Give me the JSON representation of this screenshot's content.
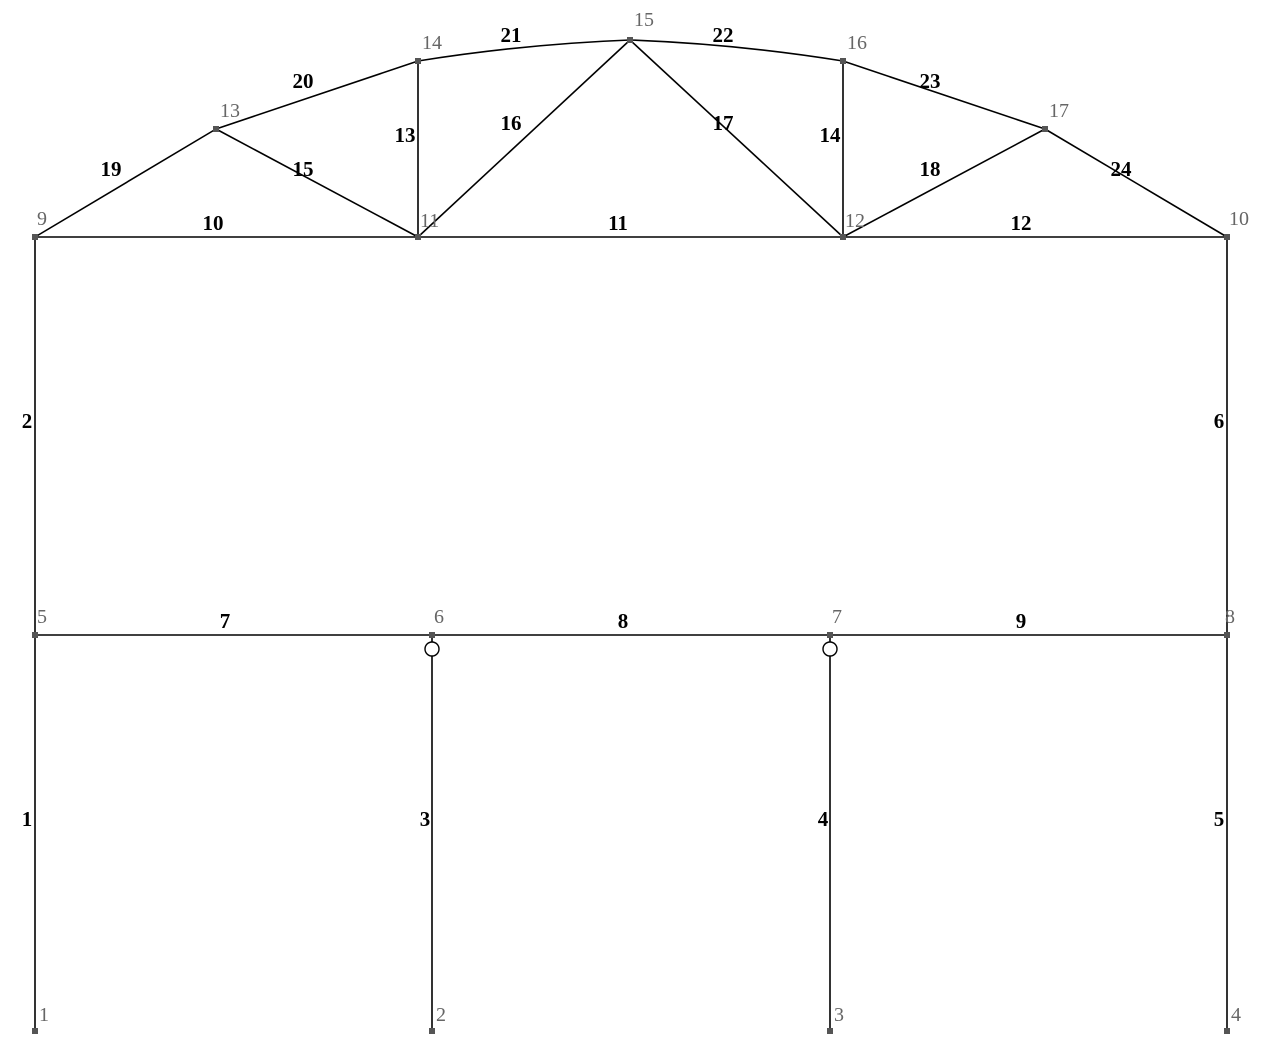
{
  "diagram": {
    "nodes": [
      {
        "id": "1",
        "label": "1"
      },
      {
        "id": "2",
        "label": "2"
      },
      {
        "id": "3",
        "label": "3"
      },
      {
        "id": "4",
        "label": "4"
      },
      {
        "id": "5",
        "label": "5"
      },
      {
        "id": "6",
        "label": "6"
      },
      {
        "id": "7",
        "label": "7"
      },
      {
        "id": "8",
        "label": "8"
      },
      {
        "id": "9",
        "label": "9"
      },
      {
        "id": "10",
        "label": "10"
      },
      {
        "id": "11",
        "label": "11"
      },
      {
        "id": "12",
        "label": "12"
      },
      {
        "id": "13",
        "label": "13"
      },
      {
        "id": "14",
        "label": "14"
      },
      {
        "id": "15",
        "label": "15"
      },
      {
        "id": "16",
        "label": "16"
      },
      {
        "id": "17",
        "label": "17"
      }
    ],
    "members": [
      {
        "label": "1",
        "from": "1",
        "to": "5"
      },
      {
        "label": "2",
        "from": "5",
        "to": "9"
      },
      {
        "label": "3",
        "from": "2",
        "to": "6"
      },
      {
        "label": "4",
        "from": "3",
        "to": "7"
      },
      {
        "label": "5",
        "from": "4",
        "to": "8"
      },
      {
        "label": "6",
        "from": "8",
        "to": "10"
      },
      {
        "label": "7",
        "from": "5",
        "to": "6"
      },
      {
        "label": "8",
        "from": "6",
        "to": "7"
      },
      {
        "label": "9",
        "from": "7",
        "to": "8"
      },
      {
        "label": "10",
        "from": "9",
        "to": "11"
      },
      {
        "label": "11",
        "from": "11",
        "to": "12"
      },
      {
        "label": "12",
        "from": "12",
        "to": "10"
      },
      {
        "label": "13",
        "from": "11",
        "to": "14"
      },
      {
        "label": "14",
        "from": "12",
        "to": "16"
      },
      {
        "label": "15",
        "from": "13",
        "to": "11"
      },
      {
        "label": "16",
        "from": "11",
        "to": "15"
      },
      {
        "label": "17",
        "from": "15",
        "to": "12"
      },
      {
        "label": "18",
        "from": "12",
        "to": "17"
      },
      {
        "label": "19",
        "from": "9",
        "to": "13"
      },
      {
        "label": "20",
        "from": "13",
        "to": "14"
      },
      {
        "label": "21",
        "from": "14",
        "to": "15"
      },
      {
        "label": "22",
        "from": "15",
        "to": "16"
      },
      {
        "label": "23",
        "from": "16",
        "to": "17"
      },
      {
        "label": "24",
        "from": "17",
        "to": "10"
      }
    ],
    "hinges": [
      {
        "node": "6",
        "member": "3"
      },
      {
        "node": "7",
        "member": "4"
      }
    ]
  }
}
